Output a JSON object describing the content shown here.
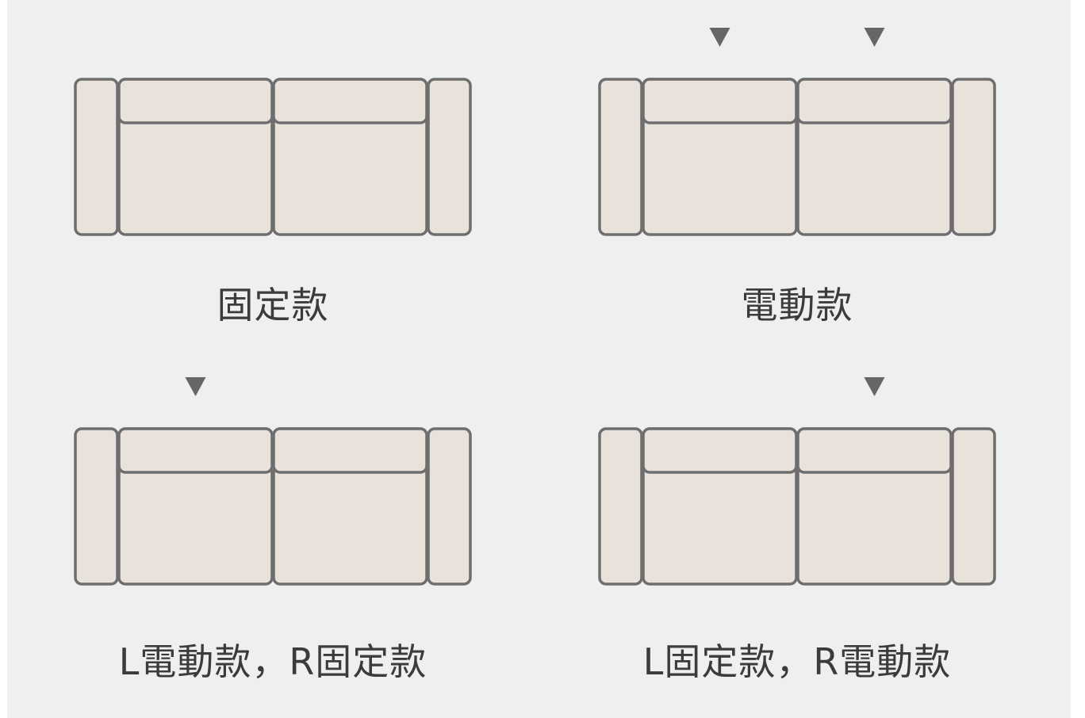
{
  "colors": {
    "background": "#efefef",
    "sofa_fill": "#e8e2da",
    "sofa_stroke": "#6e6e6e",
    "marker": "#666666",
    "text": "#3b3b3b"
  },
  "options": [
    {
      "caption": "固定款",
      "left_seat_powered": false,
      "right_seat_powered": false
    },
    {
      "caption": "電動款",
      "left_seat_powered": true,
      "right_seat_powered": true
    },
    {
      "caption": "L電動款，R固定款",
      "left_seat_powered": true,
      "right_seat_powered": false
    },
    {
      "caption": "L固定款，R電動款",
      "left_seat_powered": false,
      "right_seat_powered": true
    }
  ]
}
